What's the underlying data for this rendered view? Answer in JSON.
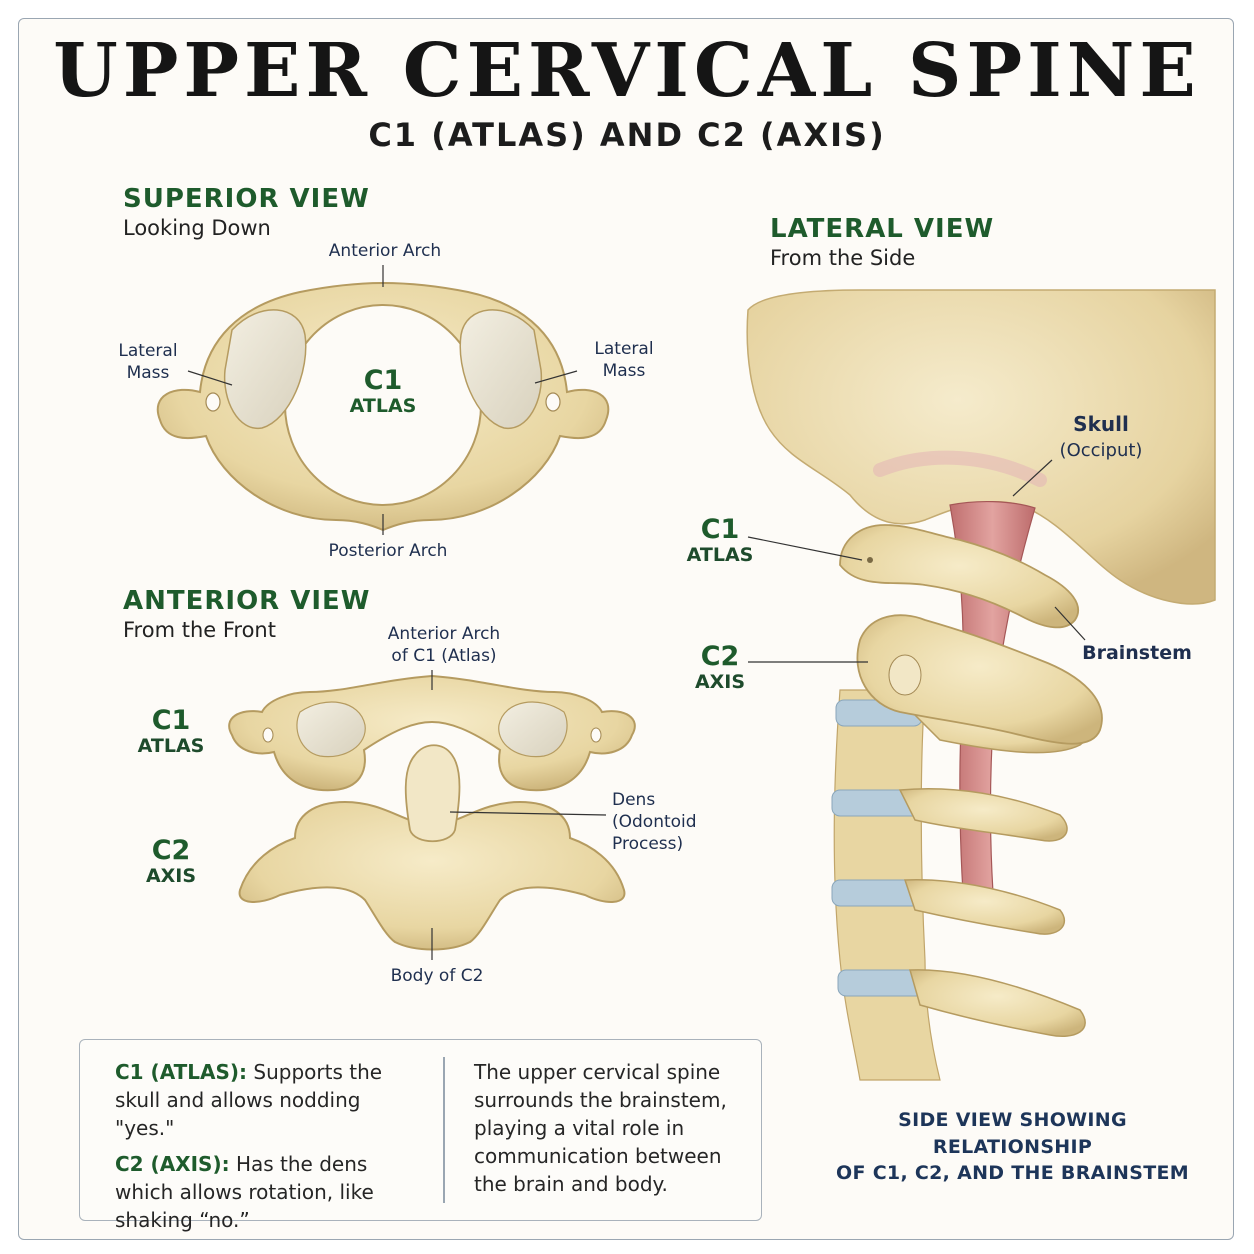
{
  "title": "UPPER CERVICAL SPINE",
  "subtitle": "C1 (ATLAS) AND C2 (AXIS)",
  "superior_view": {
    "heading": "SUPERIOR VIEW",
    "subheading": "Looking Down",
    "labels": {
      "anterior_arch": "Anterior Arch",
      "lateral_mass_left_1": "Lateral",
      "lateral_mass_left_2": "Mass",
      "lateral_mass_right_1": "Lateral",
      "lateral_mass_right_2": "Mass",
      "posterior_arch": "Posterior Arch",
      "center_name": "C1",
      "center_sub": "ATLAS"
    }
  },
  "anterior_view": {
    "heading": "ANTERIOR VIEW",
    "subheading": "From the Front",
    "c1_name": "C1",
    "c1_sub": "ATLAS",
    "c2_name": "C2",
    "c2_sub": "AXIS",
    "labels": {
      "anterior_arch_1": "Anterior Arch",
      "anterior_arch_2": "of C1 (Atlas)",
      "dens_1": "Dens",
      "dens_2": "(Odontoid",
      "dens_3": "Process)",
      "body_c2": "Body of C2"
    }
  },
  "lateral_view": {
    "heading": "LATERAL VIEW",
    "subheading": "From the Side",
    "c1_name": "C1",
    "c1_sub": "ATLAS",
    "c2_name": "C2",
    "c2_sub": "AXIS",
    "skull_label": "Skull",
    "skull_sub": "(Occiput)",
    "brainstem_label": "Brainstem",
    "caption_1": "SIDE VIEW SHOWING RELATIONSHIP",
    "caption_2": "OF C1, C2, AND THE BRAINSTEM"
  },
  "info": {
    "c1_term": "C1 (ATLAS):",
    "c1_text": " Supports the skull and allows nodding \"yes.\"",
    "c2_term": "C2 (AXIS):",
    "c2_text": " Has the dens which allows rotation, like shaking “no.”",
    "right_text": "The upper cervical spine surrounds the brainstem, playing a vital role in communication between the brain and body."
  },
  "colors": {
    "bone": "#ecdcae",
    "bone_shadow": "#c9b27a",
    "heading_green": "#1e5b2c",
    "label_navy": "#1f2f4f",
    "disc_blue": "#a9c4d6",
    "brainstem_pink": "#d98f8f"
  }
}
